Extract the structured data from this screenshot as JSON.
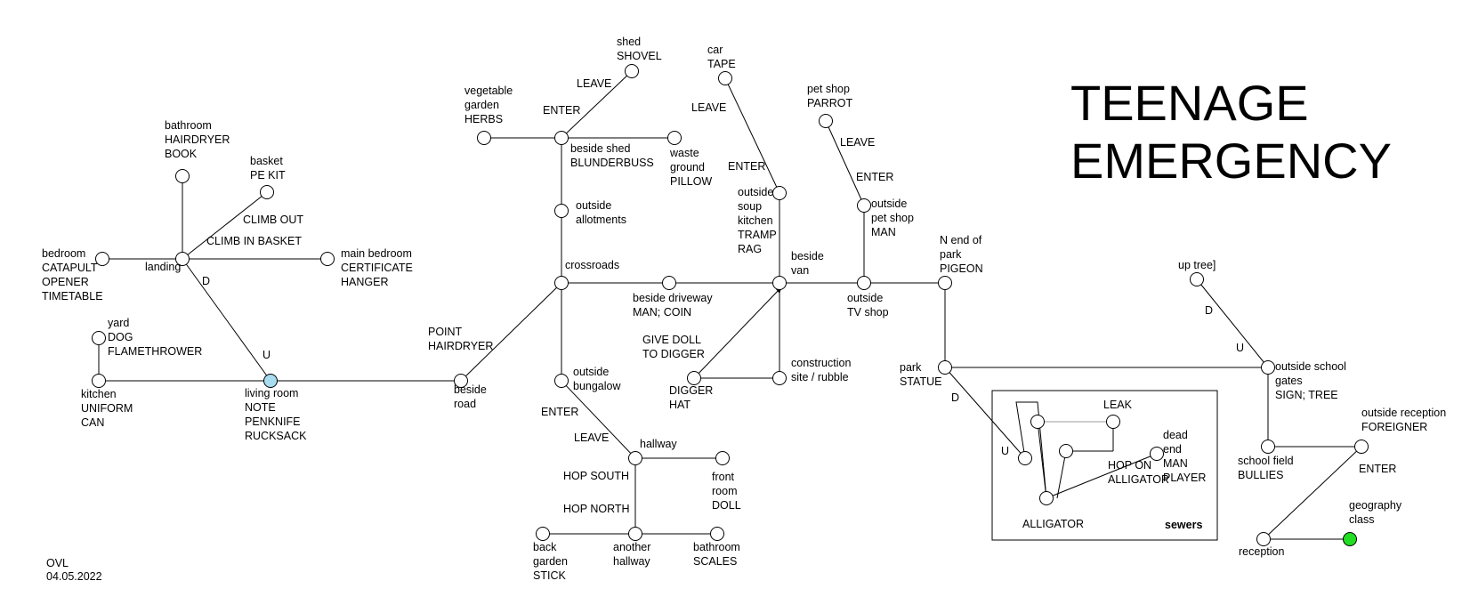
{
  "title": [
    "TEENAGE",
    "EMERGENCY"
  ],
  "credit": [
    "OVL",
    "04.05.2022"
  ],
  "sewers_label": "sewers",
  "locations": [
    {
      "id": "bathroom_home",
      "lines": [
        "bathroom",
        "HAIRDRYER",
        "BOOK"
      ]
    },
    {
      "id": "basket",
      "lines": [
        "basket",
        "PE KIT"
      ]
    },
    {
      "id": "bedroom",
      "lines": [
        "bedroom",
        "CATAPULT",
        "OPENER",
        "TIMETABLE"
      ]
    },
    {
      "id": "landing",
      "lines": [
        "landing"
      ]
    },
    {
      "id": "main_bedroom",
      "lines": [
        "main bedroom",
        "CERTIFICATE",
        "HANGER"
      ]
    },
    {
      "id": "yard",
      "lines": [
        "yard",
        "DOG",
        "FLAMETHROWER"
      ]
    },
    {
      "id": "kitchen",
      "lines": [
        "kitchen",
        "UNIFORM",
        "CAN"
      ]
    },
    {
      "id": "living_room",
      "lines": [
        "living room",
        "NOTE",
        "PENKNIFE",
        "RUCKSACK"
      ],
      "start": true
    },
    {
      "id": "beside_road",
      "lines": [
        "beside",
        "road"
      ]
    },
    {
      "id": "crossroads",
      "lines": [
        "crossroads"
      ]
    },
    {
      "id": "outside_allotments",
      "lines": [
        "outside",
        "allotments"
      ]
    },
    {
      "id": "beside_shed",
      "lines": [
        "beside shed",
        "BLUNDERBUSS"
      ]
    },
    {
      "id": "vegetable_garden",
      "lines": [
        "vegetable",
        "garden",
        "HERBS"
      ]
    },
    {
      "id": "waste_ground",
      "lines": [
        "waste",
        "ground",
        "PILLOW"
      ]
    },
    {
      "id": "shed",
      "lines": [
        "shed",
        "SHOVEL"
      ]
    },
    {
      "id": "outside_bungalow",
      "lines": [
        "outside",
        "bungalow"
      ]
    },
    {
      "id": "hallway",
      "lines": [
        "hallway"
      ]
    },
    {
      "id": "front_room",
      "lines": [
        "front",
        "room",
        "DOLL"
      ]
    },
    {
      "id": "another_hallway",
      "lines": [
        "another",
        "hallway"
      ]
    },
    {
      "id": "back_garden",
      "lines": [
        "back",
        "garden",
        "STICK"
      ]
    },
    {
      "id": "bathroom_bungalow",
      "lines": [
        "bathroom",
        "SCALES"
      ]
    },
    {
      "id": "beside_driveway",
      "lines": [
        "beside driveway",
        "MAN; COIN"
      ]
    },
    {
      "id": "beside_van",
      "lines": [
        "beside",
        "van"
      ]
    },
    {
      "id": "outside_soup_kitchen",
      "lines": [
        "outside",
        "soup",
        "kitchen",
        "TRAMP",
        "RAG"
      ]
    },
    {
      "id": "car",
      "lines": [
        "car",
        "TAPE"
      ]
    },
    {
      "id": "digger",
      "lines": [
        "DIGGER",
        "HAT"
      ]
    },
    {
      "id": "construction_site",
      "lines": [
        "construction",
        "site / rubble"
      ]
    },
    {
      "id": "outside_tv_shop",
      "lines": [
        "outside",
        "TV shop"
      ]
    },
    {
      "id": "outside_pet_shop",
      "lines": [
        "outside",
        "pet shop",
        "MAN"
      ]
    },
    {
      "id": "pet_shop",
      "lines": [
        "pet shop",
        "PARROT"
      ]
    },
    {
      "id": "n_end_park",
      "lines": [
        "N end of",
        "park",
        "PIGEON"
      ]
    },
    {
      "id": "park",
      "lines": [
        "park",
        "STATUE"
      ]
    },
    {
      "id": "outside_school_gates",
      "lines": [
        "outside school",
        "gates",
        "SIGN; TREE"
      ]
    },
    {
      "id": "up_tree",
      "lines": [
        "up tree]"
      ]
    },
    {
      "id": "school_field",
      "lines": [
        "school field",
        "BULLIES"
      ]
    },
    {
      "id": "outside_reception",
      "lines": [
        "outside reception",
        "FOREIGNER"
      ]
    },
    {
      "id": "reception",
      "lines": [
        "reception"
      ]
    },
    {
      "id": "geography_class",
      "lines": [
        "geography",
        "class"
      ],
      "end": true
    },
    {
      "id": "leak",
      "lines": [
        "LEAK"
      ]
    },
    {
      "id": "dead_end",
      "lines": [
        "dead",
        "end",
        "MAN",
        "PLAYER"
      ]
    },
    {
      "id": "alligator",
      "lines": [
        "ALLIGATOR"
      ]
    }
  ],
  "edge_labels": [
    {
      "id": "climb_out",
      "text": "CLIMB OUT"
    },
    {
      "id": "climb_in",
      "text": "CLIMB IN BASKET"
    },
    {
      "id": "d_landing",
      "text": "D"
    },
    {
      "id": "u_living",
      "text": "U"
    },
    {
      "id": "point_hairdryer_1",
      "text": "POINT"
    },
    {
      "id": "point_hairdryer_2",
      "text": "HAIRDRYER"
    },
    {
      "id": "enter_shed",
      "text": "ENTER"
    },
    {
      "id": "leave_shed",
      "text": "LEAVE"
    },
    {
      "id": "enter_bungalow",
      "text": "ENTER"
    },
    {
      "id": "leave_bungalow",
      "text": "LEAVE"
    },
    {
      "id": "hop_south",
      "text": "HOP SOUTH"
    },
    {
      "id": "hop_north",
      "text": "HOP NORTH"
    },
    {
      "id": "give_doll_1",
      "text": "GIVE DOLL"
    },
    {
      "id": "give_doll_2",
      "text": "TO DIGGER"
    },
    {
      "id": "enter_soup",
      "text": "ENTER"
    },
    {
      "id": "leave_car",
      "text": "LEAVE"
    },
    {
      "id": "enter_pet",
      "text": "ENTER"
    },
    {
      "id": "leave_pet",
      "text": "LEAVE"
    },
    {
      "id": "d_park",
      "text": "D"
    },
    {
      "id": "u_sewer",
      "text": "U"
    },
    {
      "id": "hop_on_1",
      "text": "HOP ON"
    },
    {
      "id": "hop_on_2",
      "text": "ALLIGATOR"
    },
    {
      "id": "d_tree",
      "text": "D"
    },
    {
      "id": "u_tree",
      "text": "U"
    },
    {
      "id": "enter_reception",
      "text": "ENTER"
    }
  ]
}
